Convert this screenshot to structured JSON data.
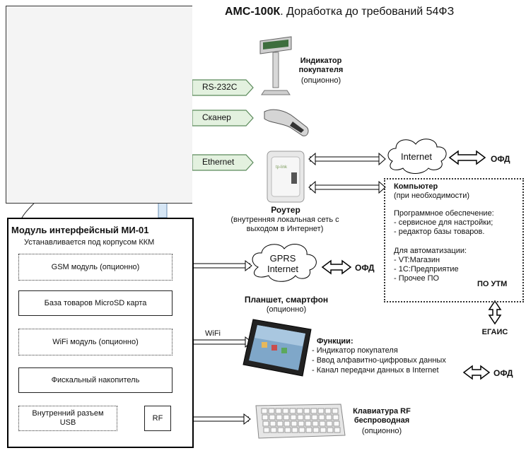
{
  "title": {
    "bold": "АМС-100К",
    "rest": ". Доработка до требований 54ФЗ"
  },
  "ports": {
    "rs232": "RS-232C",
    "scanner": "Сканер",
    "ethernet": "Ethernet"
  },
  "indicator": {
    "name": "Индикатор покупателя",
    "note": "(опционно)"
  },
  "router": {
    "name": "Роутер",
    "desc": "(внутренняя локальная сеть с выходом в Интернет)"
  },
  "internet": {
    "label": "Internet",
    "ofd": "ОФД"
  },
  "computer": {
    "name": "Компьютер",
    "note": "(при необходимости)",
    "software_title": "Программное обеспечение:",
    "software": [
      "- сервисное для настройки;",
      "- редактор базы товаров."
    ],
    "auto_title": "Для автоматизации:",
    "auto": [
      "- VT:Магазин",
      "- 1С:Предприятие",
      "- Прочее ПО"
    ],
    "utm": "ПО УТМ"
  },
  "egais": "ЕГАИС",
  "module": {
    "title": "Модуль интерфейсный МИ-01",
    "subtitle": "Устанавливается под корпусом ККМ",
    "gsm": "GSM модуль (опционно)",
    "db": "База товаров MicroSD карта",
    "wifi": "WiFi модуль (опционно)",
    "fiscal": "Фискальный накопитель",
    "usb": "Внутренний разъем USB",
    "rf": "RF"
  },
  "gprs": {
    "label": "GPRS Internet",
    "ofd": "ОФД"
  },
  "wifi_link": "WiFi",
  "tablet": {
    "name": "Планшет, смартфон",
    "note": "(опционно)",
    "functions_title": "Функции:",
    "functions": [
      "- Индикатор покупателя",
      "- Ввод алфавитно-цифровых данных",
      "- Канал передачи данных в Internet"
    ],
    "ofd": "ОФД"
  },
  "keyboard": {
    "name": "Клавиатура RF беспроводная",
    "note": "(опционно)"
  },
  "colors": {
    "tag_fill": "#e3f1df",
    "tag_border": "#5b8a5b",
    "pipe": "#d6e6f5",
    "green": "#5cd64f",
    "key_blue": "#3c8fd8",
    "key_red": "#e0443c"
  }
}
